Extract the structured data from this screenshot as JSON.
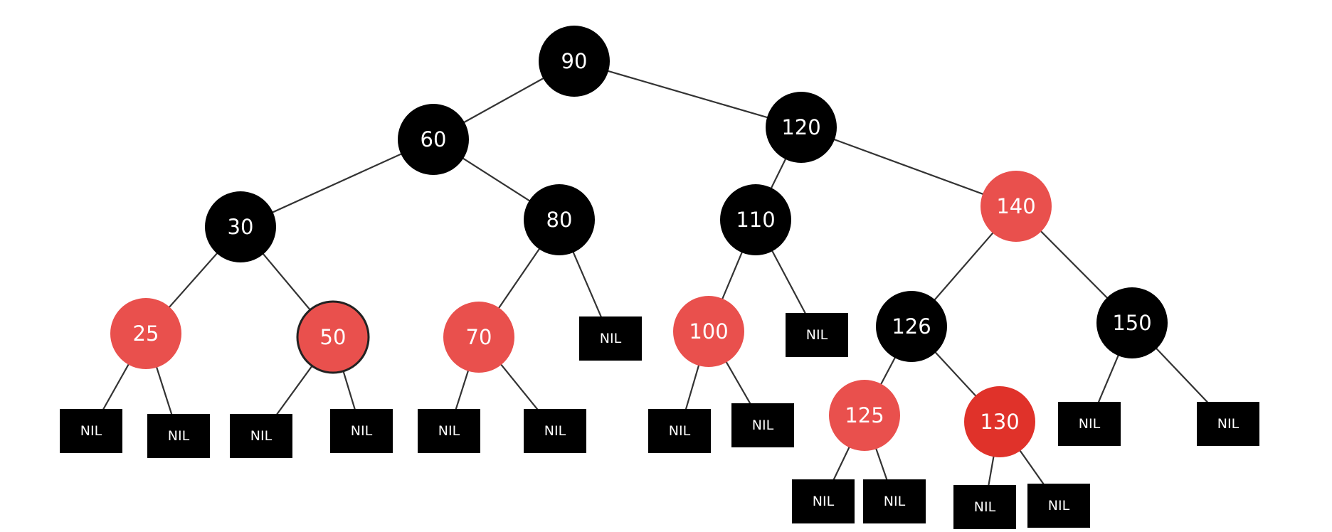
{
  "colors": {
    "black_node": "#000000",
    "red_node": "#e9504d",
    "red_node_dark": "#e0322a",
    "nil_node": "#000000",
    "edge": "#333333",
    "text": "#ffffff"
  },
  "tree": {
    "nodes": [
      {
        "id": "n90",
        "label": "90",
        "color": "black"
      },
      {
        "id": "n60",
        "label": "60",
        "color": "black"
      },
      {
        "id": "n120",
        "label": "120",
        "color": "black"
      },
      {
        "id": "n30",
        "label": "30",
        "color": "black"
      },
      {
        "id": "n80",
        "label": "80",
        "color": "black"
      },
      {
        "id": "n110",
        "label": "110",
        "color": "black"
      },
      {
        "id": "n140",
        "label": "140",
        "color": "red"
      },
      {
        "id": "n25",
        "label": "25",
        "color": "red"
      },
      {
        "id": "n50",
        "label": "50",
        "color": "red"
      },
      {
        "id": "n70",
        "label": "70",
        "color": "red"
      },
      {
        "id": "n100",
        "label": "100",
        "color": "red"
      },
      {
        "id": "n126",
        "label": "126",
        "color": "black"
      },
      {
        "id": "n150",
        "label": "150",
        "color": "black"
      },
      {
        "id": "n125",
        "label": "125",
        "color": "red"
      },
      {
        "id": "n130",
        "label": "130",
        "color": "red"
      }
    ],
    "nil_label": "NIL",
    "nil_nodes": [
      {
        "id": "nil1"
      },
      {
        "id": "nil2"
      },
      {
        "id": "nil3"
      },
      {
        "id": "nil4"
      },
      {
        "id": "nil5"
      },
      {
        "id": "nil6"
      },
      {
        "id": "nil7"
      },
      {
        "id": "nil8"
      },
      {
        "id": "nil9"
      },
      {
        "id": "nil10"
      },
      {
        "id": "nil11"
      },
      {
        "id": "nil12"
      },
      {
        "id": "nil13"
      },
      {
        "id": "nil14"
      },
      {
        "id": "nil15"
      },
      {
        "id": "nil16"
      }
    ],
    "edges": [
      [
        "n90",
        "n60"
      ],
      [
        "n90",
        "n120"
      ],
      [
        "n60",
        "n30"
      ],
      [
        "n60",
        "n80"
      ],
      [
        "n120",
        "n110"
      ],
      [
        "n120",
        "n140"
      ],
      [
        "n30",
        "n25"
      ],
      [
        "n30",
        "n50"
      ],
      [
        "n80",
        "n70"
      ],
      [
        "n80",
        "nil7"
      ],
      [
        "n110",
        "n100"
      ],
      [
        "n110",
        "nil8"
      ],
      [
        "n140",
        "n126"
      ],
      [
        "n140",
        "n150"
      ],
      [
        "n25",
        "nil1"
      ],
      [
        "n25",
        "nil2"
      ],
      [
        "n50",
        "nil3"
      ],
      [
        "n50",
        "nil4"
      ],
      [
        "n70",
        "nil5"
      ],
      [
        "n70",
        "nil6"
      ],
      [
        "n100",
        "nil9"
      ],
      [
        "n100",
        "nil10"
      ],
      [
        "n126",
        "n125"
      ],
      [
        "n126",
        "n130"
      ],
      [
        "n150",
        "nil11"
      ],
      [
        "n150",
        "nil12"
      ],
      [
        "n125",
        "nil13"
      ],
      [
        "n125",
        "nil14"
      ],
      [
        "n130",
        "nil15"
      ],
      [
        "n130",
        "nil16"
      ]
    ]
  }
}
